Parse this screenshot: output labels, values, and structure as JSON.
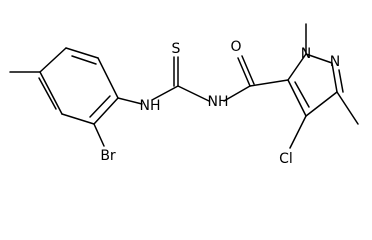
{
  "molecule": {
    "atom_labels": {
      "sulfur": "S",
      "oxygen": "O",
      "nh_left": "NH",
      "nh_right": "NH",
      "bromine": "Br",
      "chlorine": "Cl",
      "n1": "N",
      "n2": "N"
    }
  }
}
